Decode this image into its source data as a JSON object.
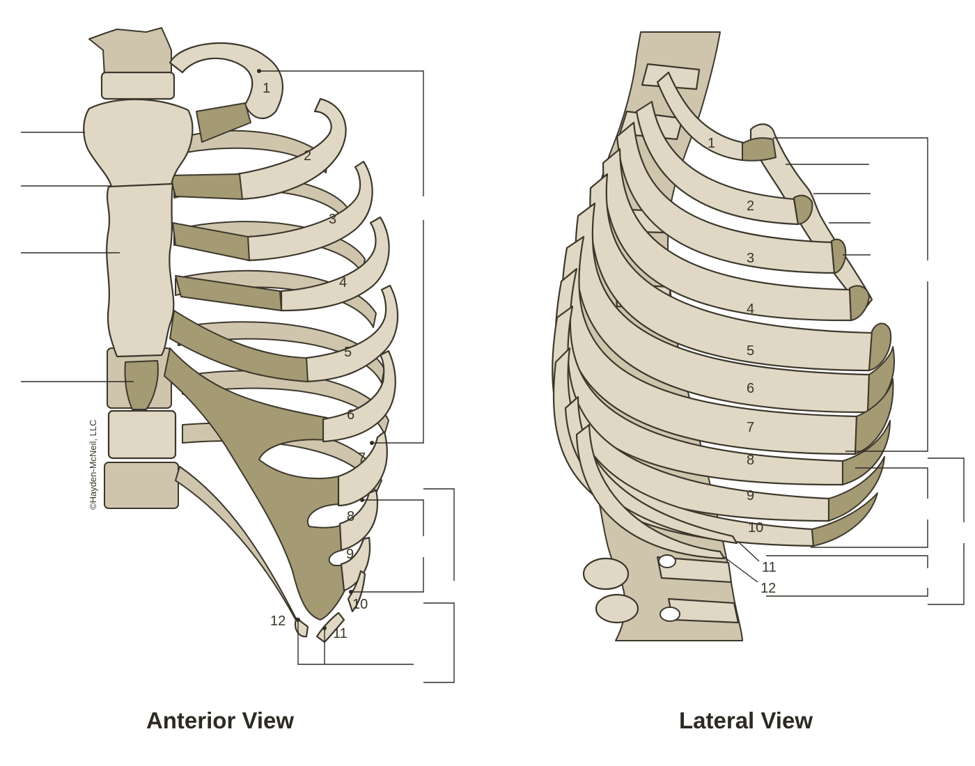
{
  "views": {
    "anterior": {
      "title": "Anterior View"
    },
    "lateral": {
      "title": "Lateral View"
    }
  },
  "copyright": "©Hayden-McNeil, LLC",
  "anterior_rib_labels": [
    "1",
    "2",
    "3",
    "4",
    "5",
    "6",
    "7",
    "8",
    "9",
    "10",
    "11",
    "12"
  ],
  "lateral_rib_labels": [
    "1",
    "2",
    "3",
    "4",
    "5",
    "6",
    "7",
    "8",
    "9",
    "10",
    "11",
    "12"
  ],
  "colors": {
    "bone": "#e0d8c4",
    "bone_shade": "#cfc5ad",
    "cartilage": "#a49a74",
    "outline": "#3c372c",
    "leader": "#2f2b24"
  }
}
